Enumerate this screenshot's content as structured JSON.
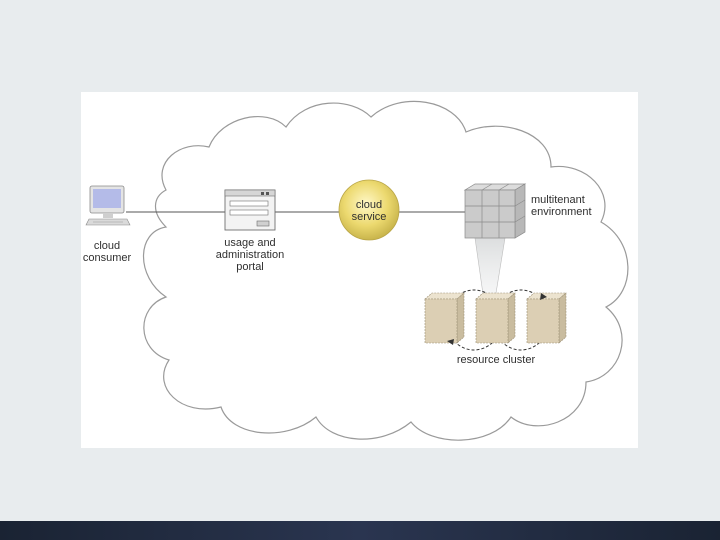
{
  "diagram": {
    "nodes": {
      "cloud_consumer": "cloud\nconsumer",
      "usage_portal": "usage and\nadministration\nportal",
      "cloud_service": "cloud\nservice",
      "multitenant_environment": "multitenant\nenvironment",
      "resource_cluster": "resource cluster"
    },
    "icons": {
      "consumer": "desktop-computer-icon",
      "portal": "web-portal-window-icon",
      "service": "cloud-service-circle",
      "environment": "grid-cube-icon",
      "cluster": "server-box-icon"
    },
    "colors": {
      "service_fill": "#e6d56a",
      "server_fill": "#dccfb4",
      "cube_fill": "#c9c9c9",
      "footer": "#232d42"
    }
  }
}
